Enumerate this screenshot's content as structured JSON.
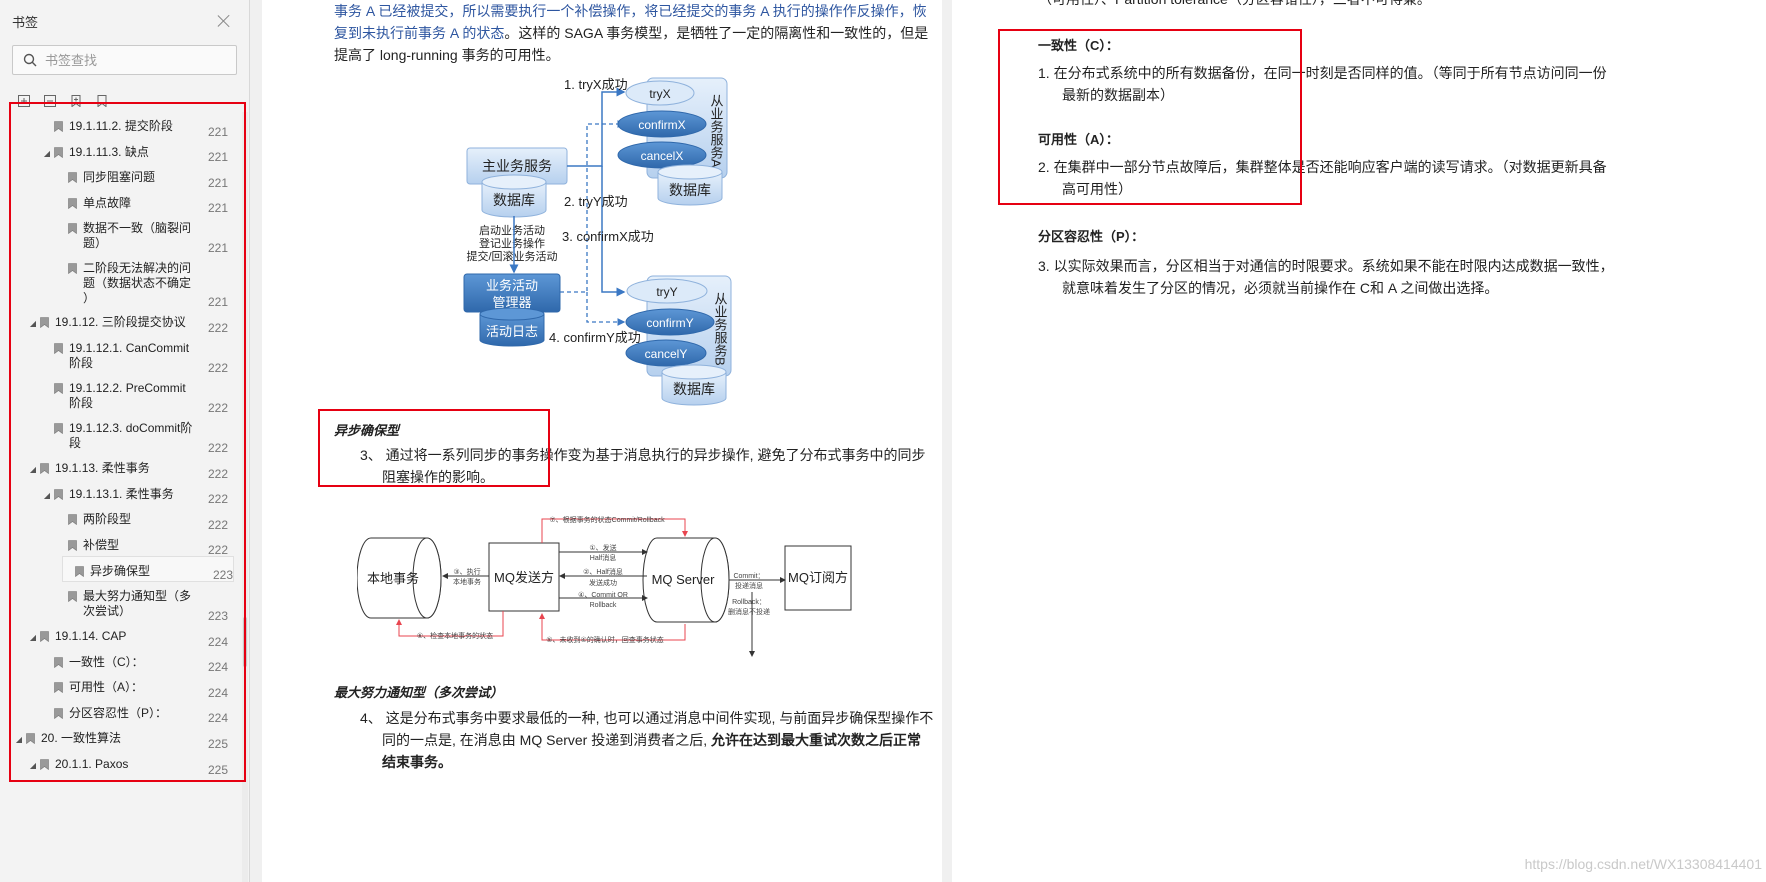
{
  "sidebar": {
    "title": "书签",
    "search_placeholder": "书签查找",
    "tools": [
      "expand-all-icon",
      "collapse-all-icon",
      "add-bookmark-icon",
      "bookmark-icon"
    ],
    "items": [
      {
        "label": "19.1.11.2. 提交阶段",
        "page": "221",
        "level": 2,
        "caret": ""
      },
      {
        "label": "19.1.11.3. 缺点",
        "page": "221",
        "level": 2,
        "caret": "◢"
      },
      {
        "label": "同步阻塞问题",
        "page": "221",
        "level": 3,
        "caret": ""
      },
      {
        "label": "单点故障",
        "page": "221",
        "level": 3,
        "caret": ""
      },
      {
        "label": "数据不一致（脑裂问\n题）",
        "page": "221",
        "level": 3,
        "caret": ""
      },
      {
        "label": "二阶段无法解决的问\n题（数据状态不确定\n）",
        "page": "221",
        "level": 3,
        "caret": ""
      },
      {
        "label": "19.1.12. 三阶段提交协议",
        "page": "222",
        "level": 1,
        "caret": "◢"
      },
      {
        "label": "19.1.12.1. CanCommit\n阶段",
        "page": "222",
        "level": 2,
        "caret": ""
      },
      {
        "label": "19.1.12.2. PreCommit\n阶段",
        "page": "222",
        "level": 2,
        "caret": ""
      },
      {
        "label": "19.1.12.3. doCommit阶\n段",
        "page": "222",
        "level": 2,
        "caret": ""
      },
      {
        "label": "19.1.13. 柔性事务",
        "page": "222",
        "level": 1,
        "caret": "◢"
      },
      {
        "label": "19.1.13.1. 柔性事务",
        "page": "222",
        "level": 2,
        "caret": "◢"
      },
      {
        "label": "两阶段型",
        "page": "222",
        "level": 3,
        "caret": ""
      },
      {
        "label": "补偿型",
        "page": "222",
        "level": 3,
        "caret": ""
      },
      {
        "label": "异步确保型",
        "page": "223",
        "level": 3,
        "caret": "",
        "selected": true
      },
      {
        "label": "最大努力通知型（多\n次尝试）",
        "page": "223",
        "level": 3,
        "caret": ""
      },
      {
        "label": "19.1.14. CAP",
        "page": "224",
        "level": 1,
        "caret": "◢"
      },
      {
        "label": "一致性（C）：",
        "page": "224",
        "level": 2,
        "caret": ""
      },
      {
        "label": "可用性（A）：",
        "page": "224",
        "level": 2,
        "caret": ""
      },
      {
        "label": "分区容忍性（P）：",
        "page": "224",
        "level": 2,
        "caret": ""
      },
      {
        "label": "20. 一致性算法",
        "page": "225",
        "level": 0,
        "caret": "◢"
      },
      {
        "label": "20.1.1. Paxos",
        "page": "225",
        "level": 1,
        "caret": "◢"
      }
    ]
  },
  "page1": {
    "intro_line1": "事务 A 已经被提交，所以需要执行一个补偿操作，将已经提交的事务 A 执行的操作作反操作，恢",
    "intro_line2a": "复到未执行前事务 A 的状态",
    "intro_line2b": "。这样的 SAGA 事务模型，是牺牲了一定的隔离性和一致性的，但是",
    "intro_line3": "提高了 long-running 事务的可用性。",
    "saga": {
      "main_service": "主业务服务",
      "db": "数据库",
      "activity_note": [
        "启动业务活动",
        "登记业务操作",
        "提交/回滚业务活动"
      ],
      "manager": [
        "业务活动",
        "管理器"
      ],
      "log": "活动日志",
      "slave_a": "从业务服务A",
      "slave_b": "从业务服务B",
      "try_x": "tryX",
      "confirm_x": "confirmX",
      "cancel_x": "cancelX",
      "try_y": "tryY",
      "confirm_y": "confirmY",
      "cancel_y": "cancelY",
      "step1": "1. tryX成功",
      "step2": "2. tryY成功",
      "step3": "3. confirmX成功",
      "step4": "4. confirmY成功"
    },
    "async_heading": "异步确保型",
    "async_body_line1": "3、 通过将一系列同步的事务操作变为基于消息执行的异步操作, 避免了分布式事务中的同步",
    "async_body_line2": "阻塞操作的影响。",
    "mq": {
      "local_tx": "本地事务",
      "sender": "MQ发送方",
      "server": "MQ Server",
      "subscriber": "MQ订阅方",
      "step7": "⑦、根据事务的状态Commit/Rollback",
      "step1a": "①、发送",
      "step1b": "Half消息",
      "step2a": "②、Half消息",
      "step2b": "发送成功",
      "step3a": "③、执行",
      "step3b": "本地事务",
      "step4a": "④、Commit OR",
      "step4b": "Rollback",
      "commit_a": "Commit：",
      "commit_b": "投递消息",
      "rollback_a": "Rollback：",
      "rollback_b": "删消息不投递",
      "step6": "⑥、检查本地事务的状态",
      "step5": "⑤、未收到④的确认时，回查事务状态"
    },
    "max_effort_heading": "最大努力通知型（多次尝试）",
    "max_line1": "4、 这是分布式事务中要求最低的一种, 也可以通过消息中间件实现, 与前面异步确保型操作不",
    "max_line2": "同的一点是, 在消息由 MQ Server 投递到消费者之后, ",
    "max_line2_bold": "允许在达到最大重试次数之后正常",
    "max_line3_bold": "结束事务。"
  },
  "page2": {
    "top_line": "（可用性）、Partition tolerance（分区容错性），三者不可得兼。",
    "c_heading": "一致性（C）：",
    "c_line1": "1.    在分布式系统中的所有数据备份，在同一时刻是否同样的值。（等同于所有节点访问同一份",
    "c_line2": "最新的数据副本）",
    "a_heading": "可用性（A）：",
    "a_line1": "2.    在集群中一部分节点故障后，集群整体是否还能响应客户端的读写请求。（对数据更新具备",
    "a_line2": "高可用性）",
    "p_heading": "分区容忍性（P）：",
    "p_line1": "3.    以实际效果而言，分区相当于对通信的时限要求。系统如果不能在时限内达成数据一致性，",
    "p_line2": "就意味着发生了分区的情况，必须就当前操作在 C和 A 之间做出选择。"
  },
  "watermark": "https://blog.csdn.net/WX13308414401",
  "colors": {
    "highlight": "#e60012",
    "link_blue": "#2e56a0",
    "node_blue": "#4a86c8"
  }
}
